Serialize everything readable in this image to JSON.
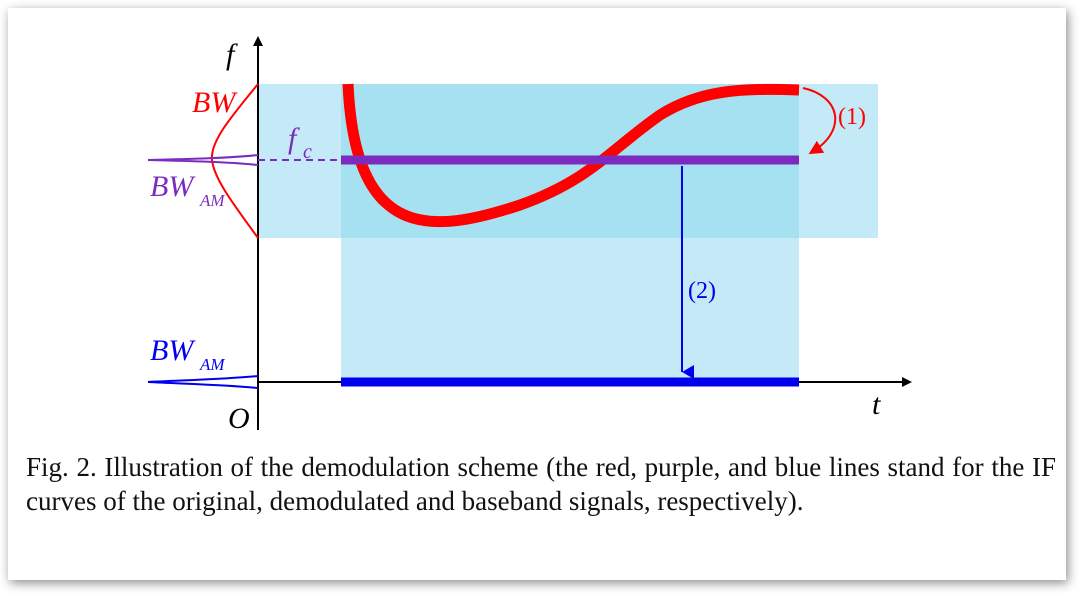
{
  "axes": {
    "y_label": "f",
    "x_label": "t",
    "origin_label": "O"
  },
  "labels": {
    "bw": "BW",
    "bw_am_purple_main": "BW",
    "bw_am_purple_sub": "AM",
    "bw_am_blue_main": "BW",
    "bw_am_blue_sub": "AM",
    "fc_main": "f",
    "fc_sub": "c",
    "step1": "(1)",
    "step2": "(2)"
  },
  "caption": "Fig. 2. Illustration of the demodulation scheme (the red, purple, and blue lines stand for the IF curves of the original, demodulated and baseband signals, respectively).",
  "colors": {
    "red": "#ff0000",
    "purple": "#7b2cbf",
    "blue": "#0000ee",
    "band_light": "#c3eaf6",
    "band_overlap": "#a6e1f1"
  }
}
